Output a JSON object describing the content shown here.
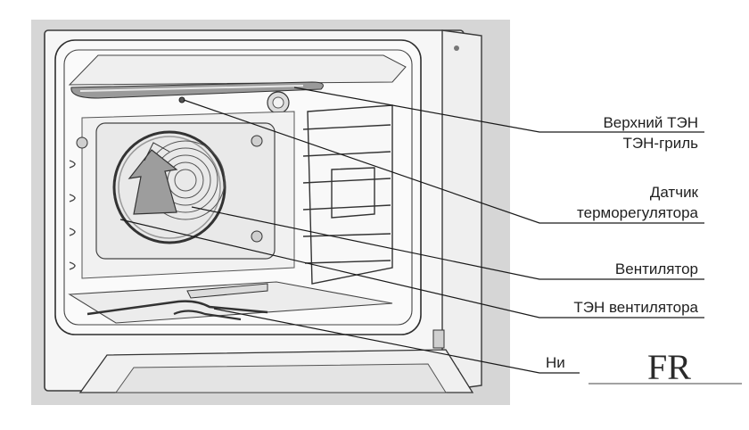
{
  "labels": {
    "top_heater_1": "Верхний ТЭН",
    "top_heater_2": "ТЭН-гриль",
    "sensor_1": "Датчик",
    "sensor_2": "терморегулятора",
    "fan": "Вентилятор",
    "fan_heater": "ТЭН вентилятора",
    "bottom_partial": "Ни"
  },
  "logo": {
    "text": "FR"
  },
  "colors": {
    "panel_bg": "#d7d7d7",
    "line": "#333333",
    "leader": "#1a1a1a",
    "fill_light": "#f4f4f4",
    "fill_mid": "#e6e6e6"
  }
}
